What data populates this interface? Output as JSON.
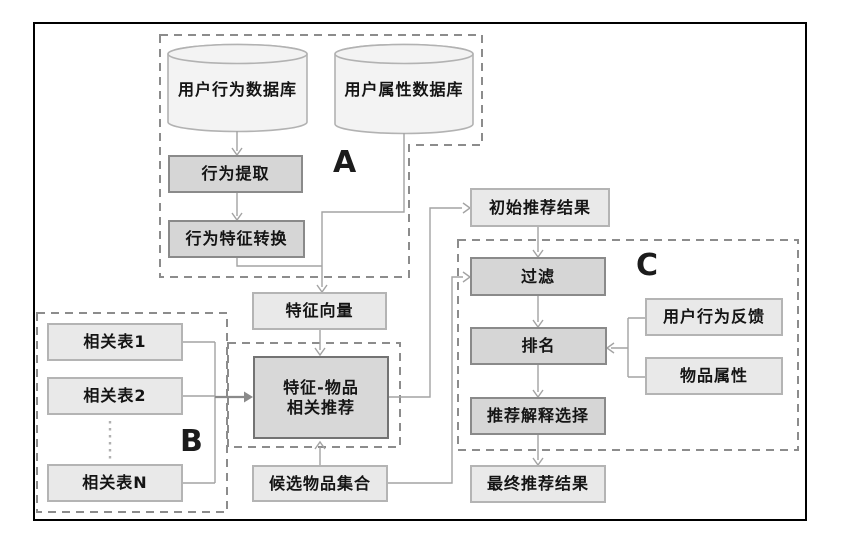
{
  "colors": {
    "frame_border": "#000000",
    "connector_line": "#a3a3a3",
    "dashed_group_border": "#8c8c8c",
    "light_box_fill": "#e9e9e9",
    "light_box_border": "#b4b4b4",
    "dark_box_fill": "#d6d6d6",
    "dark_box_border": "#8a8a8a",
    "feature_box_fill": "#d8d8d8",
    "feature_box_border": "#737373",
    "cylinder_fill": "#f3f3f3",
    "text": "#141414"
  },
  "groups": {
    "a": "A",
    "b": "B",
    "c": "C"
  },
  "nodes": {
    "user_behavior_db": "用户行为数据库",
    "user_attribute_db": "用户属性数据库",
    "behavior_extraction": "行为提取",
    "behavior_feature_conversion": "行为特征转换",
    "feature_vector": "特征向量",
    "related_table_1": "相关表1",
    "related_table_2": "相关表2",
    "related_table_n": "相关表N",
    "feature_item_recommendation_line1": "特征-物品",
    "feature_item_recommendation_line2": "相关推荐",
    "candidate_item_set": "候选物品集合",
    "initial_recommendation_result": "初始推荐结果",
    "filter": "过滤",
    "ranking": "排名",
    "recommendation_explanation_selection": "推荐解释选择",
    "final_recommendation_result": "最终推荐结果",
    "user_behavior_feedback": "用户行为反馈",
    "item_attributes": "物品属性"
  },
  "edges": [
    {
      "from": "用户行为数据库",
      "to": "行为提取"
    },
    {
      "from": "行为提取",
      "to": "行为特征转换"
    },
    {
      "from": "行为特征转换",
      "to": "特征向量"
    },
    {
      "from": "用户属性数据库",
      "to": "特征向量"
    },
    {
      "from": "特征向量",
      "to": "特征-物品相关推荐"
    },
    {
      "from": "相关表1",
      "to": "特征-物品相关推荐"
    },
    {
      "from": "相关表2",
      "to": "特征-物品相关推荐"
    },
    {
      "from": "相关表N",
      "to": "特征-物品相关推荐"
    },
    {
      "from": "候选物品集合",
      "to": "特征-物品相关推荐"
    },
    {
      "from": "特征-物品相关推荐",
      "to": "初始推荐结果"
    },
    {
      "from": "初始推荐结果",
      "to": "过滤"
    },
    {
      "from": "候选物品集合",
      "to": "过滤"
    },
    {
      "from": "过滤",
      "to": "排名"
    },
    {
      "from": "用户行为反馈",
      "to": "排名"
    },
    {
      "from": "物品属性",
      "to": "排名"
    },
    {
      "from": "排名",
      "to": "推荐解释选择"
    },
    {
      "from": "推荐解释选择",
      "to": "最终推荐结果"
    }
  ]
}
